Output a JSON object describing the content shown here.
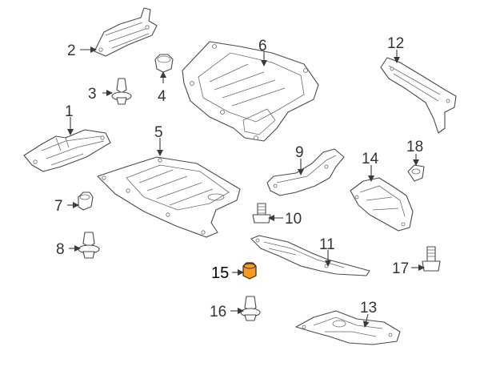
{
  "diagram": {
    "highlight_color": "#f59a1e",
    "callouts": [
      {
        "id": "c1",
        "label": "1"
      },
      {
        "id": "c2",
        "label": "2"
      },
      {
        "id": "c3",
        "label": "3"
      },
      {
        "id": "c4",
        "label": "4"
      },
      {
        "id": "c5",
        "label": "5"
      },
      {
        "id": "c6",
        "label": "6"
      },
      {
        "id": "c7",
        "label": "7"
      },
      {
        "id": "c8",
        "label": "8"
      },
      {
        "id": "c9",
        "label": "9"
      },
      {
        "id": "c10",
        "label": "10"
      },
      {
        "id": "c11",
        "label": "11"
      },
      {
        "id": "c12",
        "label": "12"
      },
      {
        "id": "c13",
        "label": "13"
      },
      {
        "id": "c14",
        "label": "14"
      },
      {
        "id": "c15",
        "label": "15",
        "highlighted": true
      },
      {
        "id": "c16",
        "label": "16"
      },
      {
        "id": "c17",
        "label": "17"
      },
      {
        "id": "c18",
        "label": "18"
      }
    ]
  }
}
